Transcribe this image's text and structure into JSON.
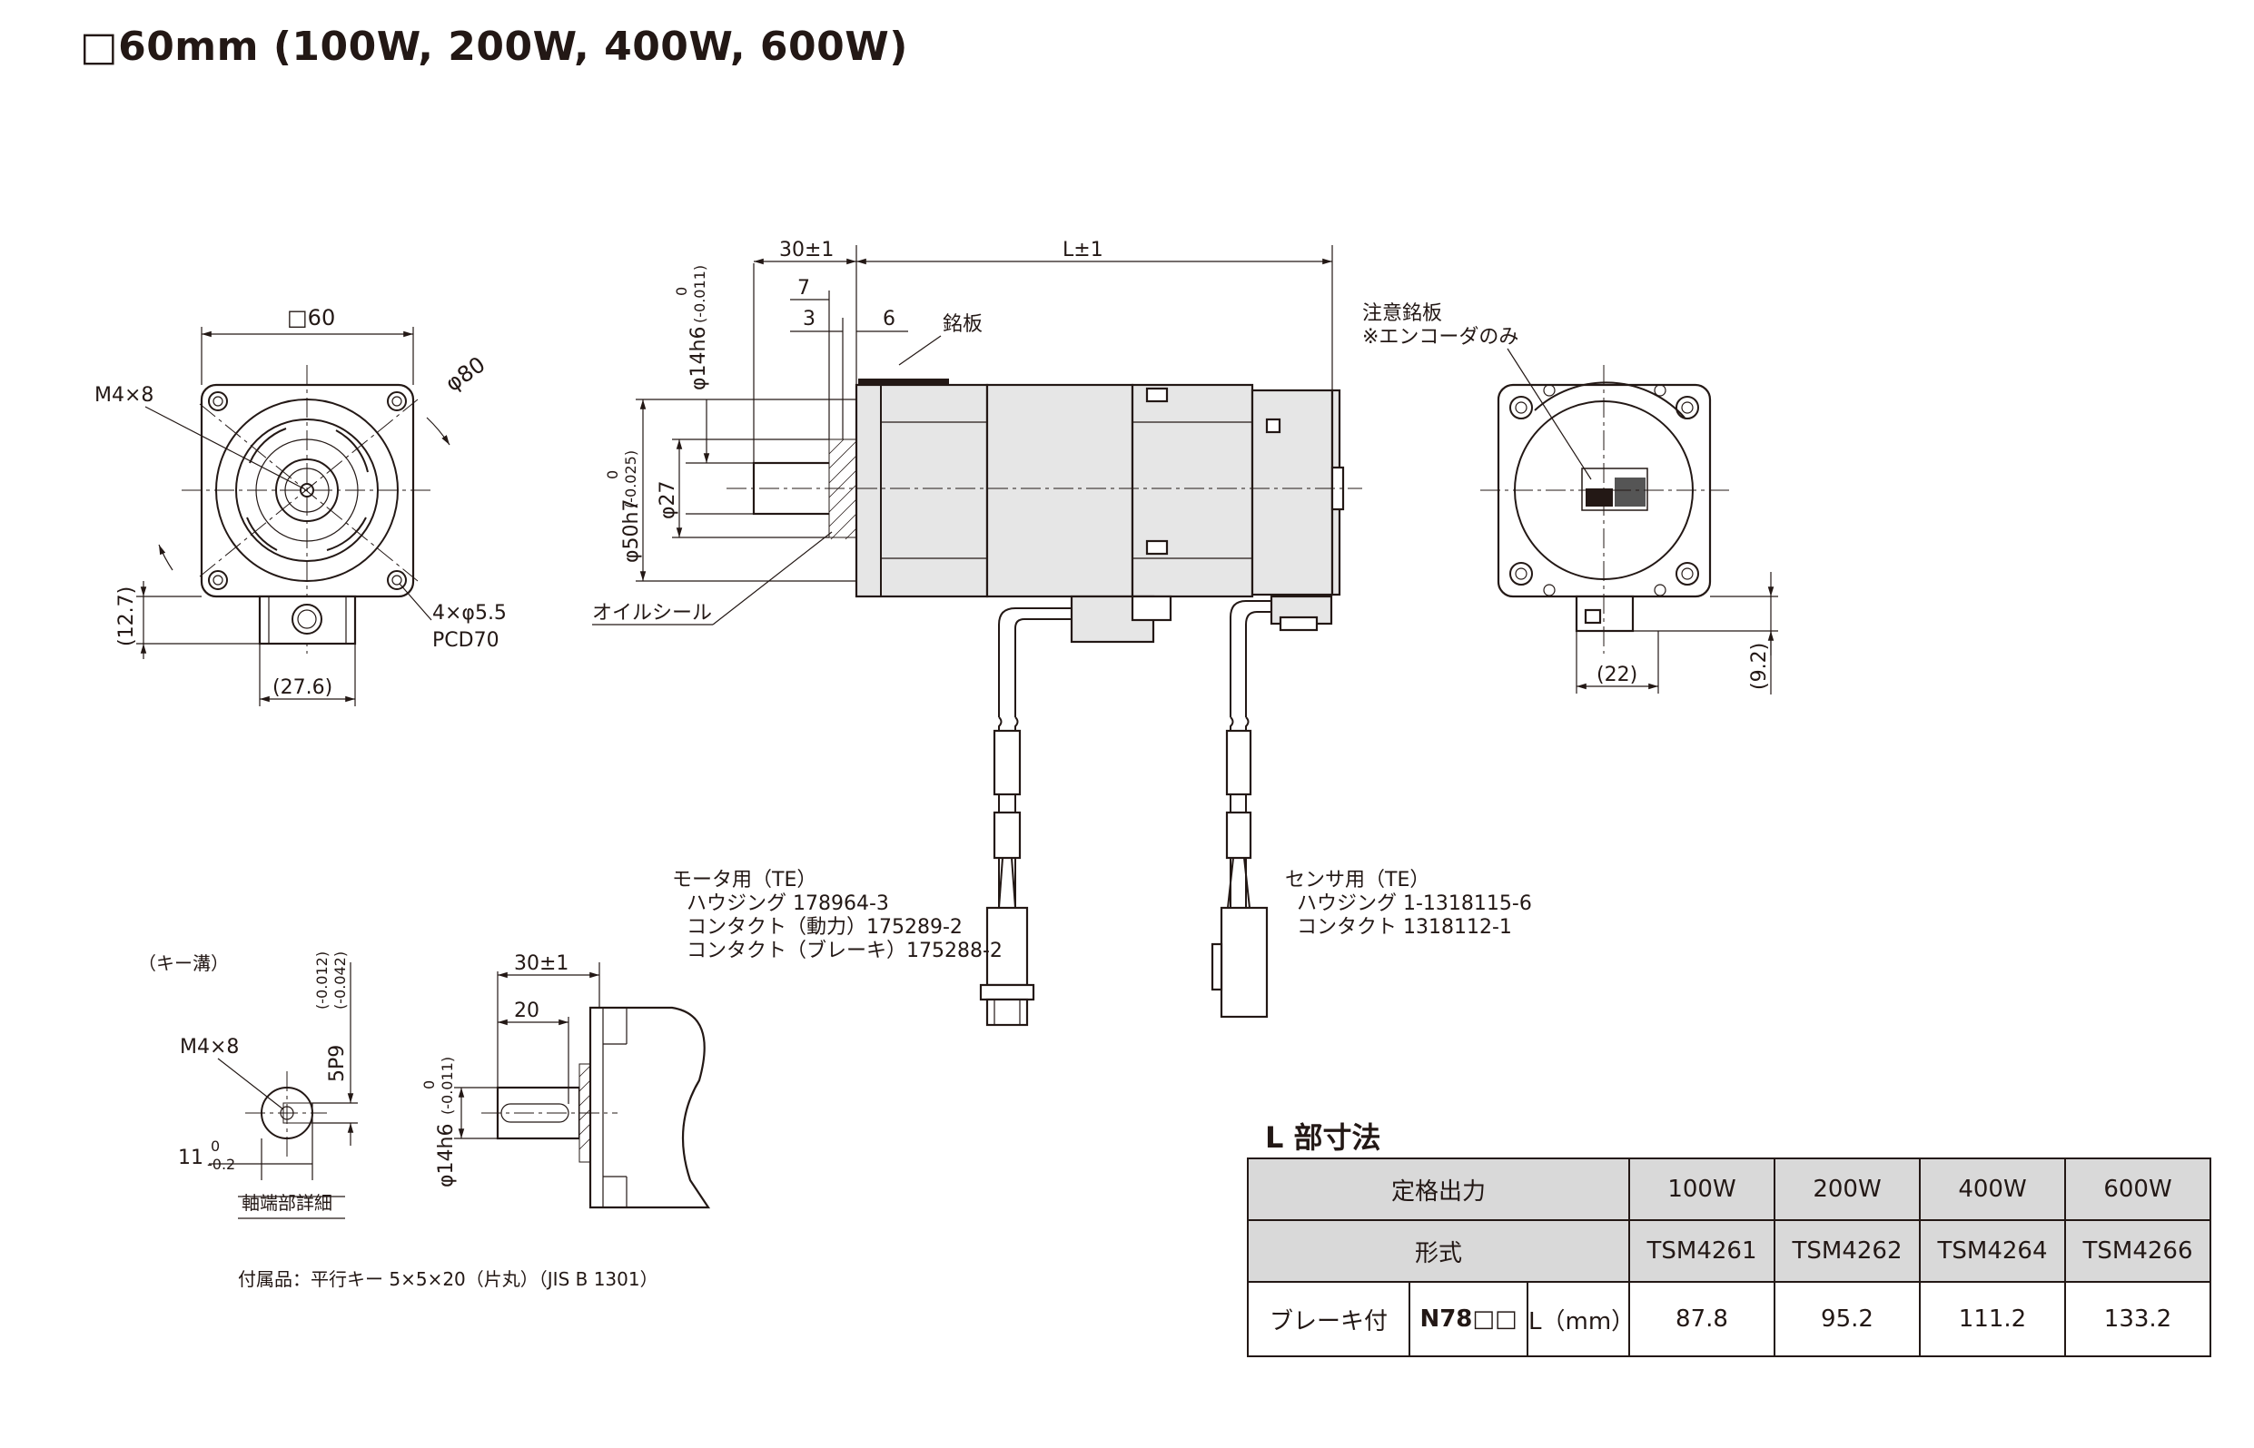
{
  "title": "□60mm (100W, 200W, 400W, 600W)",
  "front_view": {
    "width_label": "□60",
    "tap_label": "M4×8",
    "diameter_label": "φ80",
    "holes_label": "4×φ5.5",
    "pcd_label": "PCD70",
    "height_label": "(12.7)",
    "connector_width_label": "(27.6)"
  },
  "side_view": {
    "shaft_length_label": "30±1",
    "body_length_label": "L±1",
    "dim7_label": "7",
    "dim3_label": "3",
    "dim6_label": "6",
    "nameplate_label": "銘板",
    "shaft_dia_label": "φ14h6",
    "shaft_tol_top": "0",
    "shaft_tol_bottom": "(-0.011)",
    "spigot_label": "φ50h7",
    "spigot_tol_top": "0",
    "spigot_tol_bottom": "(-0.025)",
    "dia27_label": "φ27",
    "oil_seal_label": "オイルシール"
  },
  "rear_view": {
    "caution_label": "注意銘板",
    "encoder_note": "※エンコーダのみ",
    "width_label": "(22)",
    "height_label": "(9.2)"
  },
  "connectors": {
    "motor_title": "モータ用（TE）",
    "motor_housing": "ハウジング 178964-3",
    "motor_contact_power": "コンタクト（動力）175289-2",
    "motor_contact_brake": "コンタクト（ブレーキ）175288-2",
    "sensor_title": "センサ用（TE）",
    "sensor_housing": "ハウジング 1-1318115-6",
    "sensor_contact": "コンタクト 1318112-1"
  },
  "shaft_detail": {
    "keyway_label": "（キー溝）",
    "tap_label": "M4×8",
    "key_width_label": "5P9",
    "key_width_tol_top": "(-0.012)",
    "key_width_tol_bottom": "(-0.042)",
    "depth_label": "11",
    "depth_tol_top": "0",
    "depth_tol_bottom": "-0.2",
    "caption": "軸端部詳細",
    "length_label": "30±1",
    "key_length_label": "20",
    "shaft_dia_label": "φ14h6",
    "shaft_tol_top": "0",
    "shaft_tol_bottom": "(-0.011)"
  },
  "accessory_note": "付属品：平行キー 5×5×20（片丸）（JIS B 1301）",
  "l_table": {
    "title": "L 部寸法",
    "rated_output_label": "定格出力",
    "type_label": "形式",
    "brake_label": "ブレーキ付",
    "model_code": "N78□□",
    "l_unit_label": "L（mm）",
    "columns": [
      {
        "output": "100W",
        "model": "TSM4261",
        "l": "87.8"
      },
      {
        "output": "200W",
        "model": "TSM4262",
        "l": "95.2"
      },
      {
        "output": "400W",
        "model": "TSM4264",
        "l": "111.2"
      },
      {
        "output": "600W",
        "model": "TSM4266",
        "l": "133.2"
      }
    ]
  }
}
